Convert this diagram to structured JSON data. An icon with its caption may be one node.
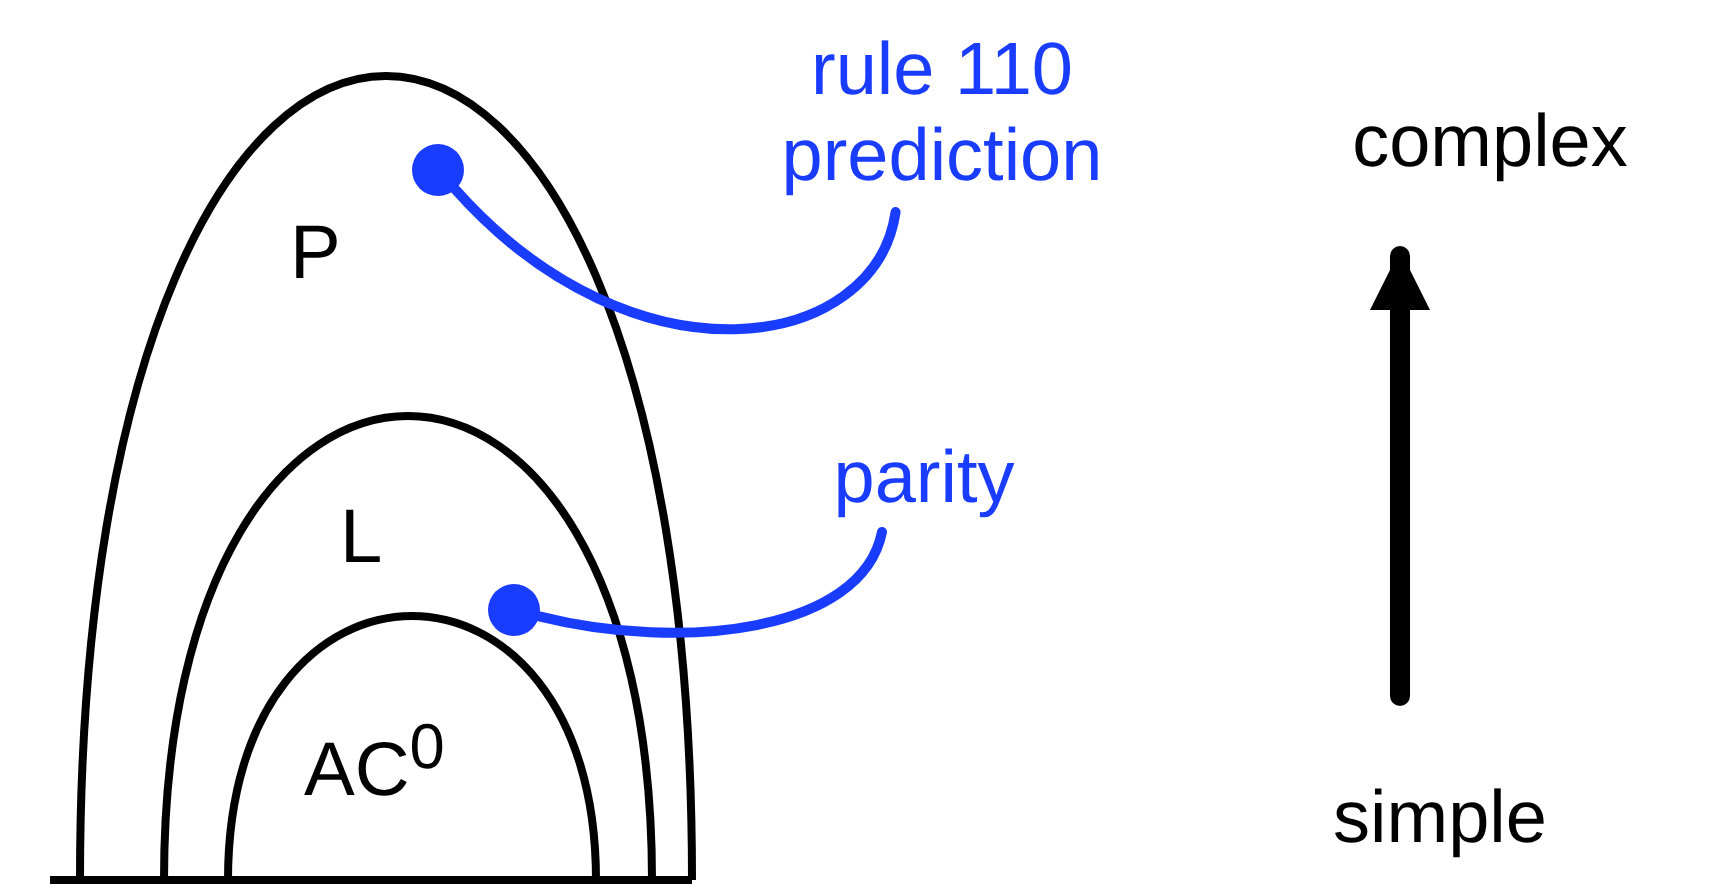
{
  "diagram": {
    "nodes": [
      {
        "text": [
          "P"
        ]
      },
      {
        "text": [
          "L"
        ],
        "in": 0
      },
      {
        "text": [
          "AC$^{0}$"
        ],
        "in": 1
      },
      {
        "text": [],
        "shape": "circle",
        "in": 0
      },
      {
        "text": [],
        "shape": "circle",
        "in": 1
      },
      {
        "text": [
          "rule 110 prediction"
        ]
      },
      {
        "text": [
          "parity"
        ]
      },
      {
        "text": [
          "complex"
        ]
      },
      {
        "text": [
          "simple"
        ]
      }
    ],
    "edges": [
      {
        "from": 5,
        "to": 3,
        "arrow": "none"
      },
      {
        "from": 6,
        "to": 4,
        "arrow": "none"
      },
      {
        "from": 8,
        "to": 7,
        "arrow": "to",
        "style": "thick",
        "color": "#000000"
      }
    ]
  }
}
